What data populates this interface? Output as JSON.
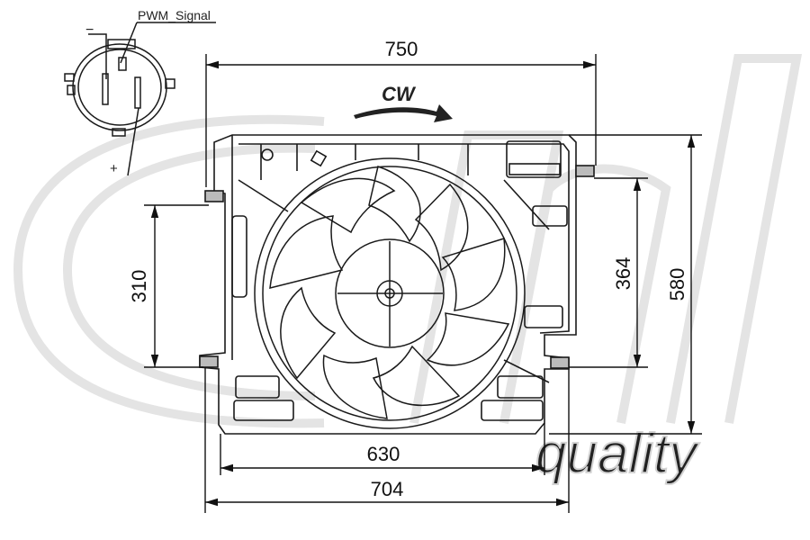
{
  "connector": {
    "signal_label": "PWM_Signal",
    "minus_label": "−",
    "plus_label": "+"
  },
  "rotation": {
    "label": "CW"
  },
  "dimensions": {
    "width_top": "750",
    "height_right_outer": "580",
    "height_right_inner": "364",
    "height_left": "310",
    "width_bottom_inner": "630",
    "width_bottom_outer": "704"
  },
  "watermark": {
    "text": "quality",
    "logo": "cmd"
  },
  "colors": {
    "line": "#1a1a1a",
    "watermark": "#e6e6e6",
    "arrow": "#222222"
  }
}
